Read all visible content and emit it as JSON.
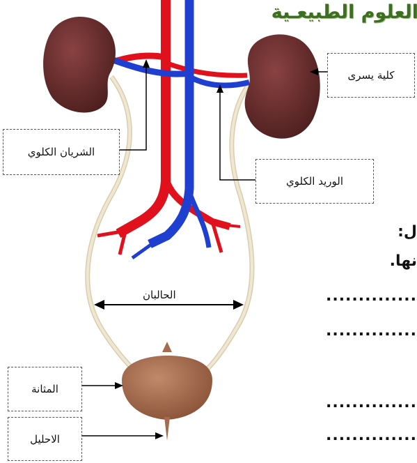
{
  "header": {
    "title": "العلوم الطبيعـية"
  },
  "side_texts": {
    "line1": "ل:",
    "line2": "نها."
  },
  "dots": {
    "row1": "..............",
    "row2": "..............",
    "row3": "..............",
    "row4": ".............."
  },
  "labels": {
    "left_kidney": "كلية يسرى",
    "renal_artery": "الشريان الكلوي",
    "renal_vein": "الوريد الكلوي",
    "ureters": "الحالبان",
    "bladder": "المثانة",
    "urethra": "الاحليل"
  },
  "colors": {
    "kidney": "#6b2c2c",
    "artery": "#e0101c",
    "vein": "#1e3fd0",
    "ureter": "#e6dcc0",
    "bladder": "#a56b4e"
  }
}
